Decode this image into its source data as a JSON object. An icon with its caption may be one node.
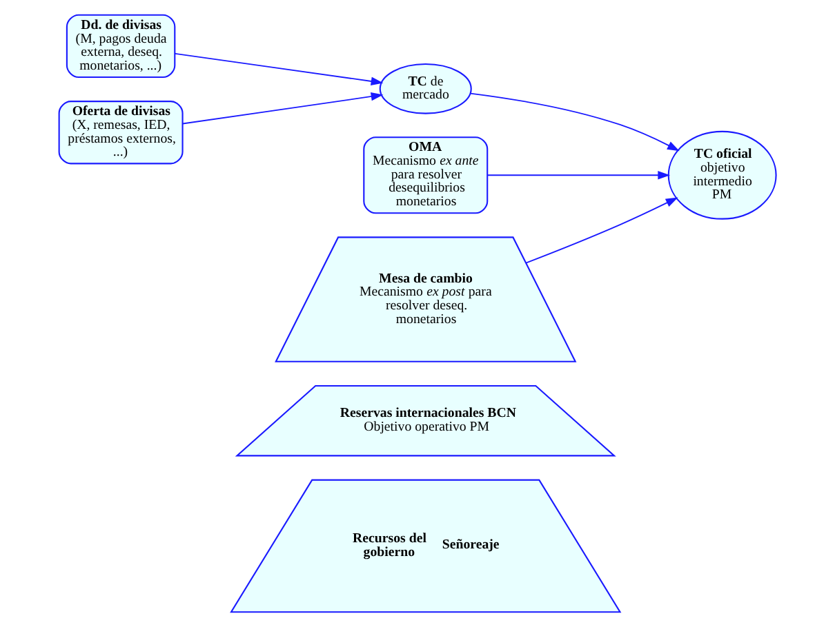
{
  "diagram": {
    "nodes": [
      {
        "text": [
          "Dd. de divisas",
          "(M, pagos deuda externa, deseq. monetarios, ...)"
        ]
      },
      {
        "text": [
          "OMA",
          "Mecanismo *ex ante* para resolver desequilibrios monetarios"
        ]
      },
      {
        "text": [
          "**TC** de mercado"
        ]
      },
      {
        "text": [
          "TC oficial",
          "objetivo intermedio PM"
        ]
      },
      {
        "text": [
          "Oferta de divisas",
          "(X, remesas, IED, préstamos externos, ...)"
        ]
      },
      {
        "text": [
          "Mesa de cambio",
          "Mecanismo *ex post* para resolver deseq. monetarios"
        ]
      },
      {
        "text": [
          "Reservas internacionales BCN",
          "Objetivo operativo PM"
        ]
      },
      {
        "text": [
          "Recursos del gobierno",
          "Señoreaje"
        ]
      }
    ],
    "edges": [
      {
        "from": 0,
        "to": 2,
        "arrow": "to"
      },
      {
        "from": 4,
        "to": 2,
        "arrow": "to"
      },
      {
        "from": 2,
        "to": 3,
        "arrow": "to"
      },
      {
        "from": 1,
        "to": 3,
        "arrow": "to"
      },
      {
        "from": 5,
        "to": 3,
        "arrow": "to"
      }
    ]
  }
}
